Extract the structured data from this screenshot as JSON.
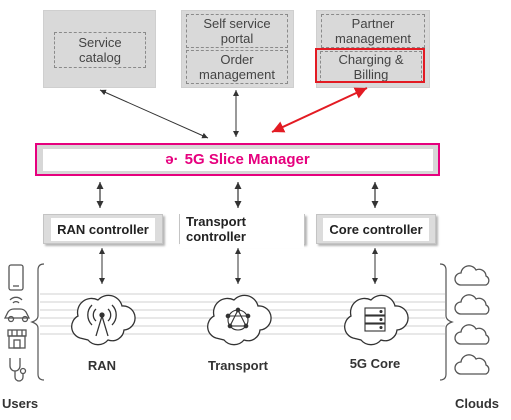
{
  "top_boxes": {
    "service_catalog": "Service\ncatalog",
    "self_service_portal": "Self service\nportal",
    "order_management": "Order\nmanagement",
    "partner_management": "Partner\nmanagement",
    "charging_billing": "Charging &\nBilling"
  },
  "slice_manager": {
    "title": "5G Slice Manager",
    "logo_char": "ə·"
  },
  "controllers": {
    "ran": "RAN controller",
    "transport": "Transport controller",
    "core": "Core controller"
  },
  "networks": {
    "ran": "RAN",
    "transport": "Transport",
    "core": "5G Core"
  },
  "side_labels": {
    "users": "Users",
    "clouds": "Clouds"
  },
  "icons": {
    "user_devices": [
      "phone-icon",
      "wifi-car-icon",
      "shop-icon",
      "stethoscope-icon"
    ],
    "clouds": [
      "cloud-icon",
      "cloud-icon",
      "cloud-icon",
      "cloud-icon"
    ],
    "network": [
      "antenna-icon",
      "mesh-network-icon",
      "server-icon"
    ]
  },
  "colors": {
    "accent_magenta": "#e6007e",
    "highlight_red": "#e31b23",
    "panel_gray": "#d9d9d9"
  }
}
